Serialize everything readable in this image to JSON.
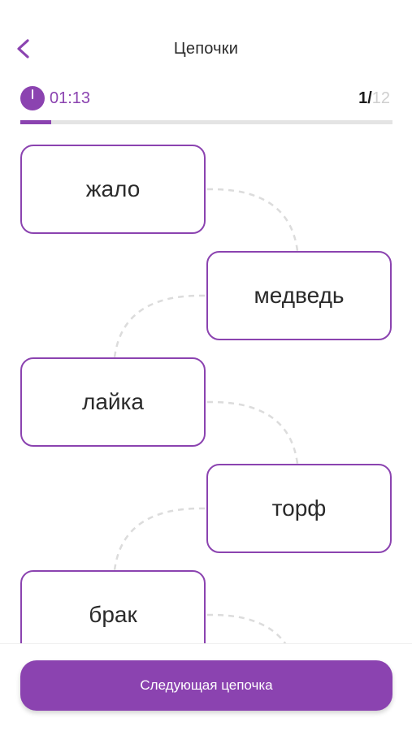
{
  "header": {
    "title": "Цепочки"
  },
  "timer": {
    "time": "01:13"
  },
  "counter": {
    "current": "1",
    "separator": "/",
    "total": "12"
  },
  "progress": {
    "fraction": 0.083
  },
  "chain": {
    "words": [
      "жало",
      "медведь",
      "лайка",
      "торф",
      "брак"
    ]
  },
  "footer": {
    "next_label": "Следующая цепочка"
  },
  "colors": {
    "accent": "#8b43b0",
    "track": "#e4e4e4",
    "connector": "#dcdcdc"
  }
}
